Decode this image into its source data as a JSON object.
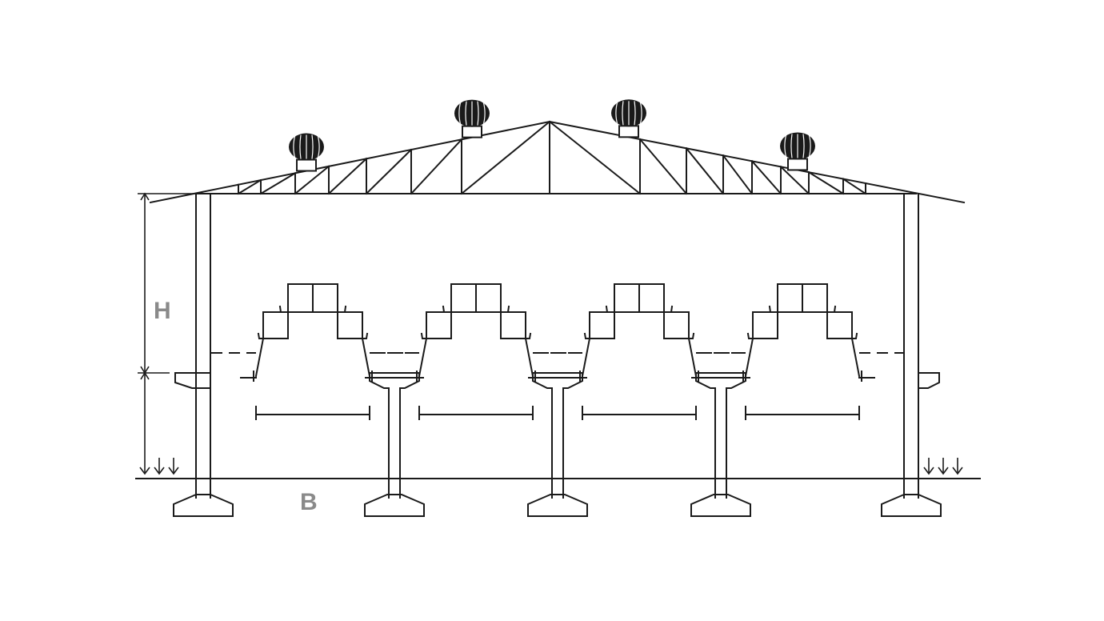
{
  "labels": {
    "height": "H",
    "width": "B"
  },
  "colors": {
    "line": "#1a1a1a",
    "label": "#8a8a8a",
    "background": "#ffffff"
  },
  "components": {
    "roof_ventilators": 4,
    "cage_units": 4,
    "feed_walkway_supports": 3,
    "side_columns": 2
  }
}
